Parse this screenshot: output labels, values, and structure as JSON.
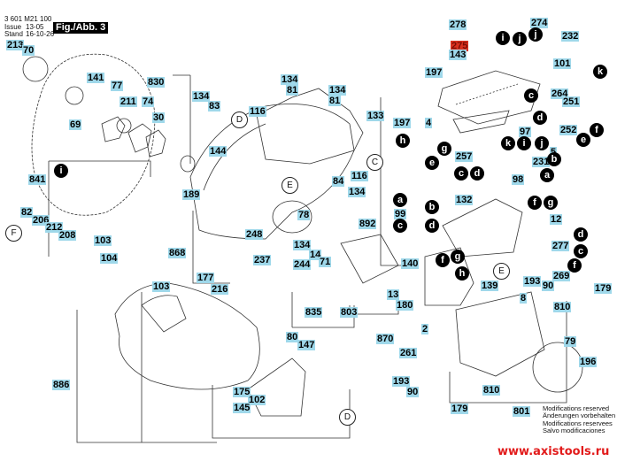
{
  "header": {
    "part_number": "3 601 M21 100",
    "issue_label": "Issue",
    "issue_value": "13-05",
    "stand_label": "Stand",
    "stand_value": "16-10-26",
    "figure_label": "Fig./Abb. 3"
  },
  "footer": {
    "notes": [
      "Modifications reserved",
      "Änderungen vorbehalten",
      "Modifications reservees",
      "Salvo modificaciones"
    ],
    "website": "www.axistools.ru"
  },
  "colors": {
    "label_bg": "#9fd8ea",
    "highlight_label_bg": "#d9301f",
    "website": "#e21b1b"
  },
  "part_labels": [
    {
      "id": "p213",
      "text": "213"
    },
    {
      "id": "p70",
      "text": "70"
    },
    {
      "id": "p141",
      "text": "141"
    },
    {
      "id": "p77",
      "text": "77"
    },
    {
      "id": "p830",
      "text": "830"
    },
    {
      "id": "p211",
      "text": "211"
    },
    {
      "id": "p74",
      "text": "74"
    },
    {
      "id": "p69",
      "text": "69"
    },
    {
      "id": "p30",
      "text": "30"
    },
    {
      "id": "p134a",
      "text": "134"
    },
    {
      "id": "p83",
      "text": "83"
    },
    {
      "id": "p144",
      "text": "144"
    },
    {
      "id": "p116a",
      "text": "116"
    },
    {
      "id": "p134b",
      "text": "134"
    },
    {
      "id": "p81a",
      "text": "81"
    },
    {
      "id": "p134c",
      "text": "134"
    },
    {
      "id": "p81b",
      "text": "81"
    },
    {
      "id": "p133",
      "text": "133"
    },
    {
      "id": "p116b",
      "text": "116"
    },
    {
      "id": "p84",
      "text": "84"
    },
    {
      "id": "p134d",
      "text": "134"
    },
    {
      "id": "p78",
      "text": "78"
    },
    {
      "id": "p189",
      "text": "189"
    },
    {
      "id": "p841",
      "text": "841"
    },
    {
      "id": "p82",
      "text": "82"
    },
    {
      "id": "p206",
      "text": "206"
    },
    {
      "id": "p212",
      "text": "212"
    },
    {
      "id": "p208",
      "text": "208"
    },
    {
      "id": "p103a",
      "text": "103"
    },
    {
      "id": "p104",
      "text": "104"
    },
    {
      "id": "p103b",
      "text": "103"
    },
    {
      "id": "p868",
      "text": "868"
    },
    {
      "id": "p248",
      "text": "248"
    },
    {
      "id": "p134e",
      "text": "134"
    },
    {
      "id": "p14",
      "text": "14"
    },
    {
      "id": "p71",
      "text": "71"
    },
    {
      "id": "p237",
      "text": "237"
    },
    {
      "id": "p244",
      "text": "244"
    },
    {
      "id": "p177",
      "text": "177"
    },
    {
      "id": "p216",
      "text": "216"
    },
    {
      "id": "p835",
      "text": "835"
    },
    {
      "id": "p803",
      "text": "803"
    },
    {
      "id": "p140",
      "text": "140"
    },
    {
      "id": "p13",
      "text": "13"
    },
    {
      "id": "p180",
      "text": "180"
    },
    {
      "id": "p2",
      "text": "2"
    },
    {
      "id": "p870",
      "text": "870"
    },
    {
      "id": "p261",
      "text": "261"
    },
    {
      "id": "p886",
      "text": "886"
    },
    {
      "id": "p80",
      "text": "80"
    },
    {
      "id": "p147",
      "text": "147"
    },
    {
      "id": "p175",
      "text": "175"
    },
    {
      "id": "p102",
      "text": "102"
    },
    {
      "id": "p145",
      "text": "145"
    },
    {
      "id": "p278",
      "text": "278"
    },
    {
      "id": "p274",
      "text": "274"
    },
    {
      "id": "p275",
      "text": "275",
      "highlight": true
    },
    {
      "id": "p143",
      "text": "143"
    },
    {
      "id": "p232",
      "text": "232"
    },
    {
      "id": "p197a",
      "text": "197"
    },
    {
      "id": "p101",
      "text": "101"
    },
    {
      "id": "p197b",
      "text": "197"
    },
    {
      "id": "p4",
      "text": "4"
    },
    {
      "id": "p264",
      "text": "264"
    },
    {
      "id": "p251",
      "text": "251"
    },
    {
      "id": "p97",
      "text": "97"
    },
    {
      "id": "p252",
      "text": "252"
    },
    {
      "id": "p257",
      "text": "257"
    },
    {
      "id": "p231",
      "text": "231"
    },
    {
      "id": "p5",
      "text": "5"
    },
    {
      "id": "p98",
      "text": "98"
    },
    {
      "id": "p132",
      "text": "132"
    },
    {
      "id": "p99",
      "text": "99"
    },
    {
      "id": "p892",
      "text": "892"
    },
    {
      "id": "p12",
      "text": "12"
    },
    {
      "id": "p277",
      "text": "277"
    },
    {
      "id": "p269",
      "text": "269"
    },
    {
      "id": "p139",
      "text": "139"
    },
    {
      "id": "p193a",
      "text": "193"
    },
    {
      "id": "p90a",
      "text": "90"
    },
    {
      "id": "p8",
      "text": "8"
    },
    {
      "id": "p179a",
      "text": "179"
    },
    {
      "id": "p810a",
      "text": "810"
    },
    {
      "id": "p79",
      "text": "79"
    },
    {
      "id": "p196",
      "text": "196"
    },
    {
      "id": "p193b",
      "text": "193"
    },
    {
      "id": "p90b",
      "text": "90"
    },
    {
      "id": "p810b",
      "text": "810"
    },
    {
      "id": "p179b",
      "text": "179"
    },
    {
      "id": "p801",
      "text": "801"
    }
  ],
  "wire_letters": [
    "i",
    "j",
    "j",
    "k",
    "h",
    "e",
    "g",
    "k",
    "i",
    "j",
    "c",
    "d",
    "c",
    "d",
    "f",
    "e",
    "b",
    "a",
    "a",
    "b",
    "c",
    "d",
    "f",
    "g",
    "d",
    "c",
    "f",
    "f",
    "g",
    "h",
    "i"
  ],
  "ref_circles": [
    "D",
    "C",
    "E",
    "F",
    "E",
    "D"
  ]
}
